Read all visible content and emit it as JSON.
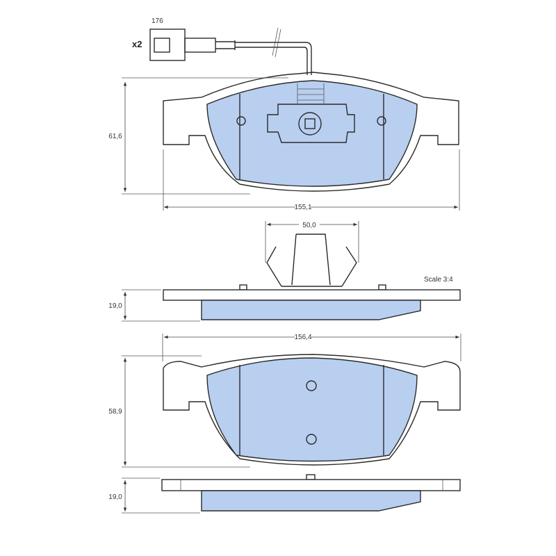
{
  "sensor": {
    "length_label": "176",
    "quantity_label": "x2"
  },
  "top_pad": {
    "height_label": "61,6",
    "width_label": "155,1"
  },
  "clip": {
    "width_label": "50,0"
  },
  "scale_label": "Scale 3:4",
  "side_view_1": {
    "thickness_label": "19,0"
  },
  "bottom_pad": {
    "width_label": "156,4",
    "height_label": "58,9"
  },
  "side_view_2": {
    "thickness_label": "19,0"
  },
  "colors": {
    "friction_material": "#b9cff0",
    "outline": "#2a2a2a"
  }
}
